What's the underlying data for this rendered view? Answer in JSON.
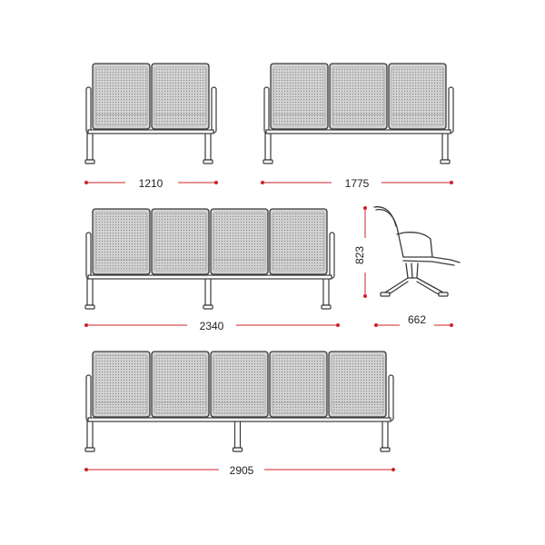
{
  "colors": {
    "line": "#3a3a3a",
    "seat_fill": "#d2d2d2",
    "perforation": "#8a8a8a",
    "dimension": "#d0202a",
    "text": "#222222"
  },
  "benches": [
    {
      "name": "bench-2-seat",
      "seats": 2,
      "width_label": "1210"
    },
    {
      "name": "bench-3-seat",
      "seats": 3,
      "width_label": "1775"
    },
    {
      "name": "bench-4-seat",
      "seats": 4,
      "width_label": "2340"
    },
    {
      "name": "bench-5-seat",
      "seats": 5,
      "width_label": "2905"
    }
  ],
  "side_view": {
    "height_label": "823",
    "depth_label": "662"
  }
}
